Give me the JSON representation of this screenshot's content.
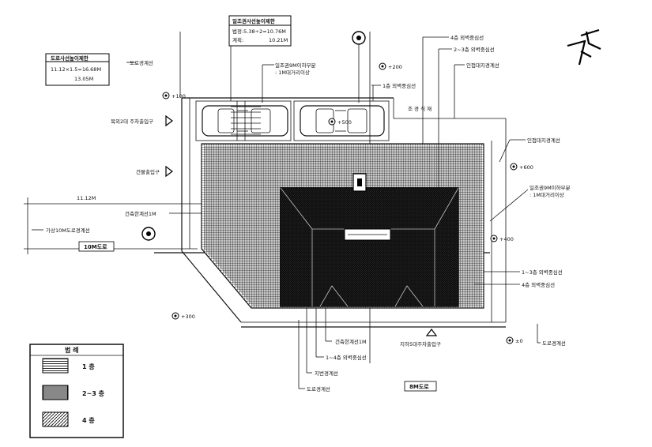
{
  "boxes": {
    "road_slope_left": {
      "title": "도로사선높이제한",
      "line1": "11.12×1.5=16.68M",
      "line2": "13.05M"
    },
    "adjacent_slope_top": {
      "title": "일조권사선높이제한",
      "line1": "법정:5.38÷2=10.76M",
      "line2": "계획:",
      "line3": "10.21M"
    }
  },
  "labels": {
    "road_boundary_left": "도로경계선",
    "road_boundary_bottom": "도로경계선",
    "road_boundary_right": "도로경계선",
    "sunlight_note_top_1": "일조권9M이하부분",
    "sunlight_note_top_2": ": 1M대거리이상",
    "sunlight_note_right_1": "일조권9M이하부분",
    "sunlight_note_right_2": ": 1M대거리이상",
    "wall_4f_top": "4층 외벽중심선",
    "wall_2_3f_top": "2~3층 외벽중심선",
    "adjacent_boundary_top": "인접대지경계선",
    "adjacent_boundary_right": "인접대지경계선",
    "wall_1f_top": "1층 외벽중심선",
    "landscape": "조 경 식 재",
    "car_entrance": "목외2대 주차출입구",
    "building_entrance": "건물출입구",
    "setback_left": "건축한계선1M",
    "setback_bottom": "건축한계선1M",
    "virtual_road": "가상10M도로경계선",
    "road_10m": "10M도로",
    "road_8m": "8M도로",
    "wall_1_3f_right": "1~3층 외벽중심선",
    "wall_4f_right": "4층 외벽중심선",
    "wall_1_4f_bottom": "1~4층 외벽중심선",
    "easement_line": "지번경계선",
    "underground_entrance": "지하5대주차출입구",
    "dim_11_12m": "11.12M"
  },
  "levels": {
    "lv_100": "+100",
    "lv_200": "+200",
    "lv_500": "+500",
    "lv_600": "+600",
    "lv_300": "+300",
    "lv_400": "+400",
    "lv_0": "±0"
  },
  "legend": {
    "title": "범 례",
    "items": [
      {
        "label": "1 층"
      },
      {
        "label": "2~3 층"
      },
      {
        "label": "4 층"
      }
    ]
  }
}
